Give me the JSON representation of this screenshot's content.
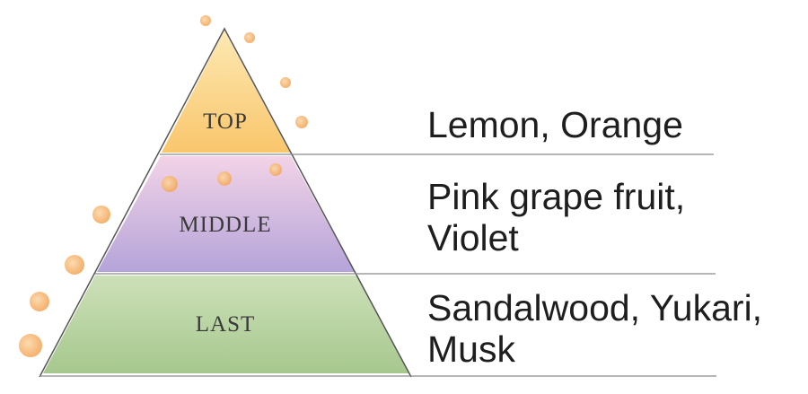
{
  "tiers": [
    {
      "label": "TOP",
      "notes": [
        "Lemon, Orange"
      ],
      "color_light": "#fde4a6",
      "color_dark": "#f7c870"
    },
    {
      "label": "MIDDLE",
      "notes": [
        "Pink grape fruit,",
        "Violet"
      ],
      "color_light": "#efd2e6",
      "color_dark": "#b6a6d6"
    },
    {
      "label": "LAST",
      "notes": [
        "Sandalwood, Yukari,",
        "Musk"
      ],
      "color_light": "#c9ddb4",
      "color_dark": "#a9c98f"
    }
  ],
  "colors": {
    "outline": "#555555",
    "divider": "#888888",
    "bubble": "#f6b46a"
  }
}
